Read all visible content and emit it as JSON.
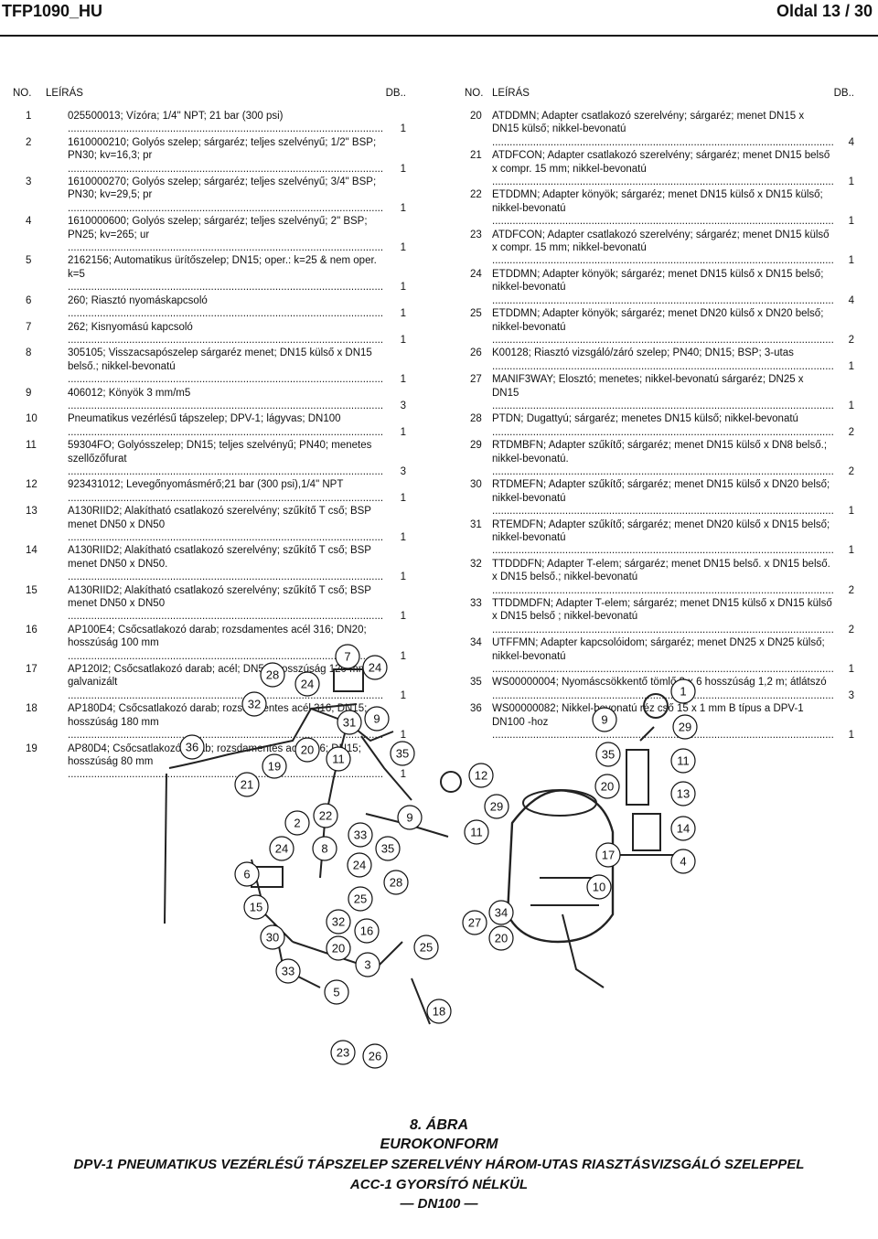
{
  "header": {
    "doc_id": "TFP1090_HU",
    "page": "Oldal 13 / 30"
  },
  "table_headers": {
    "no": "NO.",
    "desc": "LEÍRÁS",
    "qty": "DB.."
  },
  "left_items": [
    {
      "no": "1",
      "desc": "025500013; Vízóra; 1/4\" NPT; 21 bar (300 psi)",
      "qty": "1"
    },
    {
      "no": "2",
      "desc": "1610000210; Golyós szelep; sárgaréz; teljes szelvényű; 1/2\" BSP; PN30; kv=16,3; pr",
      "qty": "1"
    },
    {
      "no": "3",
      "desc": "1610000270; Golyós szelep; sárgaréz; teljes szelvényű; 3/4\" BSP; PN30; kv=29,5; pr",
      "qty": "1"
    },
    {
      "no": "4",
      "desc": "1610000600; Golyós szelep; sárgaréz; teljes szelvényű; 2\" BSP; PN25; kv=265; ur",
      "qty": "1"
    },
    {
      "no": "5",
      "desc": "2162156; Automatikus ürítőszelep; DN15; oper.: k=25 & nem oper. k=5",
      "qty": "1"
    },
    {
      "no": "6",
      "desc": "260; Riasztó nyomáskapcsoló",
      "qty": "1"
    },
    {
      "no": "7",
      "desc": "262; Kisnyomású kapcsoló",
      "qty": "1"
    },
    {
      "no": "8",
      "desc": "305105; Visszacsapószelep sárgaréz menet; DN15 külső x DN15 belső.; nikkel-bevonatú",
      "qty": "1"
    },
    {
      "no": "9",
      "desc": "406012; Könyök 3 mm/m5",
      "qty": "3"
    },
    {
      "no": "10",
      "desc": "Pneumatikus vezérlésű tápszelep; DPV-1; lágyvas; DN100",
      "qty": "1"
    },
    {
      "no": "11",
      "desc": "59304FO; Golyósszelep; DN15; teljes szelvényű; PN40; menetes szellőzőfurat",
      "qty": "3"
    },
    {
      "no": "12",
      "desc": "923431012; Levegőnyomásmérő;21 bar (300 psi),1/4\" NPT",
      "qty": "1"
    },
    {
      "no": "13",
      "desc": "A130RIID2; Alakítható csatlakozó szerelvény; szűkítő T cső; BSP menet DN50 x DN50",
      "qty": "1"
    },
    {
      "no": "14",
      "desc": "A130RIID2; Alakítható csatlakozó szerelvény; szűkítő T cső; BSP menet DN50 x DN50.",
      "qty": "1"
    },
    {
      "no": "15",
      "desc": "A130RIID2; Alakítható csatlakozó szerelvény; szűkítő T cső; BSP menet DN50 x DN50",
      "qty": "1"
    },
    {
      "no": "16",
      "desc": "AP100E4; Csőcsatlakozó darab; rozsdamentes acél 316; DN20; hosszúság 100 mm",
      "qty": "1"
    },
    {
      "no": "17",
      "desc": "AP120I2; Csőcsatlakozó darab; acél; DN50; hosszúság 120 mm; galvanizált",
      "qty": "1"
    },
    {
      "no": "18",
      "desc": "AP180D4; Csőcsatlakozó darab; rozsdamentes acél 316; DN15; hosszúság 180 mm",
      "qty": "1"
    },
    {
      "no": "19",
      "desc": "AP80D4; Csőcsatlakozó darab; rozsdamentes acél 316; DN15; hosszúság 80 mm",
      "qty": "1"
    }
  ],
  "right_items": [
    {
      "no": "20",
      "desc": "ATDDMN; Adapter csatlakozó szerelvény; sárgaréz; menet DN15 x DN15 külső; nikkel-bevonatú",
      "qty": "4"
    },
    {
      "no": "21",
      "desc": "ATDFCON; Adapter csatlakozó szerelvény; sárgaréz; menet DN15 belső x compr. 15 mm; nikkel-bevonatú",
      "qty": "1"
    },
    {
      "no": "22",
      "desc": "ETDDMN; Adapter könyök; sárgaréz; menet DN15 külső x DN15 külső; nikkel-bevonatú",
      "qty": "1"
    },
    {
      "no": "23",
      "desc": "ATDFCON; Adapter csatlakozó szerelvény; sárgaréz; menet DN15 külső x compr. 15 mm; nikkel-bevonatú",
      "qty": "1"
    },
    {
      "no": "24",
      "desc": "ETDDMN; Adapter könyök; sárgaréz; menet DN15 külső x DN15 belső; nikkel-bevonatú",
      "qty": "4"
    },
    {
      "no": "25",
      "desc": "ETDDMN; Adapter könyök; sárgaréz; menet DN20 külső x DN20 belső; nikkel-bevonatú",
      "qty": "2"
    },
    {
      "no": "26",
      "desc": "K00128; Riasztó vizsgáló/záró szelep; PN40; DN15; BSP; 3-utas",
      "qty": "1"
    },
    {
      "no": "27",
      "desc": "MANIF3WAY; Elosztó; menetes; nikkel-bevonatú sárgaréz; DN25 x DN15",
      "qty": "1"
    },
    {
      "no": "28",
      "desc": "PTDN; Dugattyú; sárgaréz; menetes DN15 külső; nikkel-bevonatú",
      "qty": "2"
    },
    {
      "no": "29",
      "desc": "RTDMBFN; Adapter szűkítő; sárgaréz; menet DN15 külső x DN8 belső.; nikkel-bevonatú.",
      "qty": "2"
    },
    {
      "no": "30",
      "desc": "RTDMEFN; Adapter szűkítő; sárgaréz; menet DN15 külső x DN20 belső; nikkel-bevonatú",
      "qty": "1"
    },
    {
      "no": "31",
      "desc": "RTEMDFN; Adapter szűkítő; sárgaréz; menet DN20 külső x DN15 belső; nikkel-bevonatú",
      "qty": "1"
    },
    {
      "no": "32",
      "desc": "TTDDDFN; Adapter T-elem; sárgaréz; menet DN15 belső. x DN15 belső. x DN15 belső.; nikkel-bevonatú",
      "qty": "2"
    },
    {
      "no": "33",
      "desc": "TTDDMDFN; Adapter T-elem; sárgaréz; menet DN15 külső x DN15 külső x DN15 belső ; nikkel-bevonatú",
      "qty": "2"
    },
    {
      "no": "34",
      "desc": "UTFFMN; Adapter kapcsolóidom; sárgaréz; menet DN25 x DN25 külső; nikkel-bevonatú",
      "qty": "1"
    },
    {
      "no": "35",
      "desc": "WS00000004; Nyomáscsökkentő tömlő 3 x 6 hosszúság 1,2 m; átlátszó",
      "qty": "3"
    },
    {
      "no": "36",
      "desc": "WS00000082; Nikkel-bevonatú réz cső 15 x 1 mm B típus a DPV-1 DN100 -hoz",
      "qty": "1"
    }
  ],
  "diagram_callouts": [
    "7",
    "28",
    "24",
    "24",
    "32",
    "1",
    "31",
    "9",
    "36",
    "19",
    "20",
    "11",
    "35",
    "9",
    "29",
    "21",
    "12",
    "35",
    "11",
    "2",
    "22",
    "9",
    "29",
    "20",
    "13",
    "33",
    "11",
    "24",
    "8",
    "35",
    "14",
    "6",
    "24",
    "17",
    "4",
    "28",
    "10",
    "25",
    "15",
    "32",
    "34",
    "27",
    "16",
    "30",
    "20",
    "20",
    "25",
    "33",
    "3",
    "5",
    "18",
    "23",
    "26"
  ],
  "caption": {
    "figure": "8. ÁBRA",
    "brand": "EUROKONFORM",
    "title_line1": "DPV-1 PNEUMATIKUS VEZÉRLÉSŰ TÁPSZELEP SZERELVÉNY HÁROM-UTAS RIASZTÁSVIZSGÁLÓ SZELEPPEL",
    "title_line2": "ACC-1 GYORSÍTÓ NÉLKÜL",
    "title_line3": "— DN100 —"
  }
}
